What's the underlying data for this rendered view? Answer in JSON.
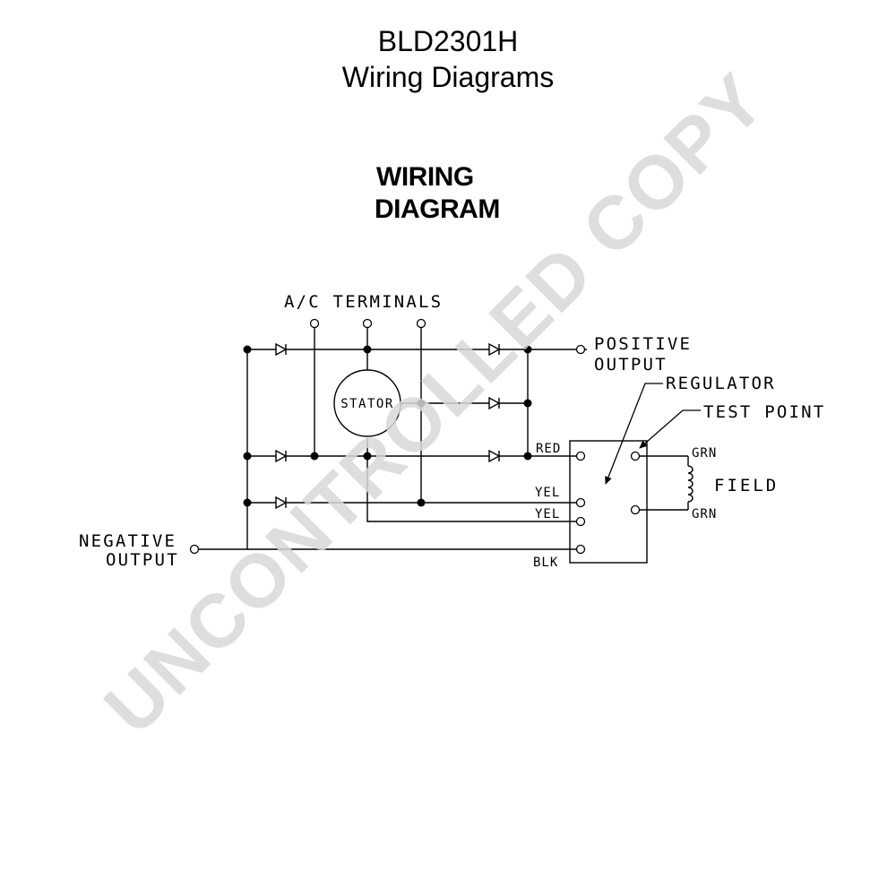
{
  "header": {
    "model": "BLD2301H",
    "subtitle": "Wiring Diagrams"
  },
  "diagram": {
    "heading_line1": "WIRING",
    "heading_line2": "DIAGRAM",
    "ac_terminals": "A/C TERMINALS",
    "stator": "STATOR",
    "positive_line1": "POSITIVE",
    "positive_line2": "OUTPUT",
    "negative_line1": "NEGATIVE",
    "negative_line2": "OUTPUT",
    "regulator": "REGULATOR",
    "test_point": "TEST POINT",
    "field": "FIELD",
    "wire_red": "RED",
    "wire_yel_1": "YEL",
    "wire_yel_2": "YEL",
    "wire_blk": "BLK",
    "wire_grn_top": "GRN",
    "wire_grn_bottom": "GRN"
  },
  "watermark": {
    "text": "UNCONTROLLED COPY",
    "color": "#d8d8d8"
  },
  "colors": {
    "line": "#000000",
    "background": "#ffffff"
  }
}
